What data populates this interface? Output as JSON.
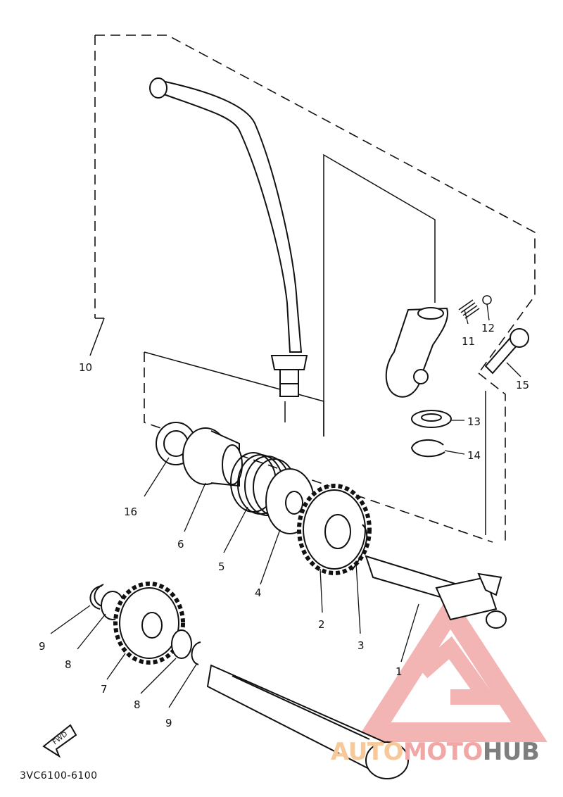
{
  "diagram": {
    "part_code": "3VC6100-6100",
    "fwd_label": "FWD",
    "callouts": [
      {
        "id": "1",
        "label": "1"
      },
      {
        "id": "2",
        "label": "2"
      },
      {
        "id": "3",
        "label": "3"
      },
      {
        "id": "4",
        "label": "4"
      },
      {
        "id": "5",
        "label": "5"
      },
      {
        "id": "6",
        "label": "6"
      },
      {
        "id": "7",
        "label": "7"
      },
      {
        "id": "8a",
        "label": "8"
      },
      {
        "id": "8b",
        "label": "8"
      },
      {
        "id": "9a",
        "label": "9"
      },
      {
        "id": "9b",
        "label": "9"
      },
      {
        "id": "10",
        "label": "10"
      },
      {
        "id": "11",
        "label": "11"
      },
      {
        "id": "12",
        "label": "12"
      },
      {
        "id": "13",
        "label": "13"
      },
      {
        "id": "14",
        "label": "14"
      },
      {
        "id": "15",
        "label": "15"
      },
      {
        "id": "16",
        "label": "16"
      }
    ]
  },
  "watermark": {
    "part1": "AUTO",
    "part2": "MOTO",
    "part3": "HUB",
    "colors": {
      "auto": "#f6c89a",
      "moto": "#f2a7a7",
      "hub": "#7e7e7e",
      "logo": "#f2a7a7"
    }
  }
}
